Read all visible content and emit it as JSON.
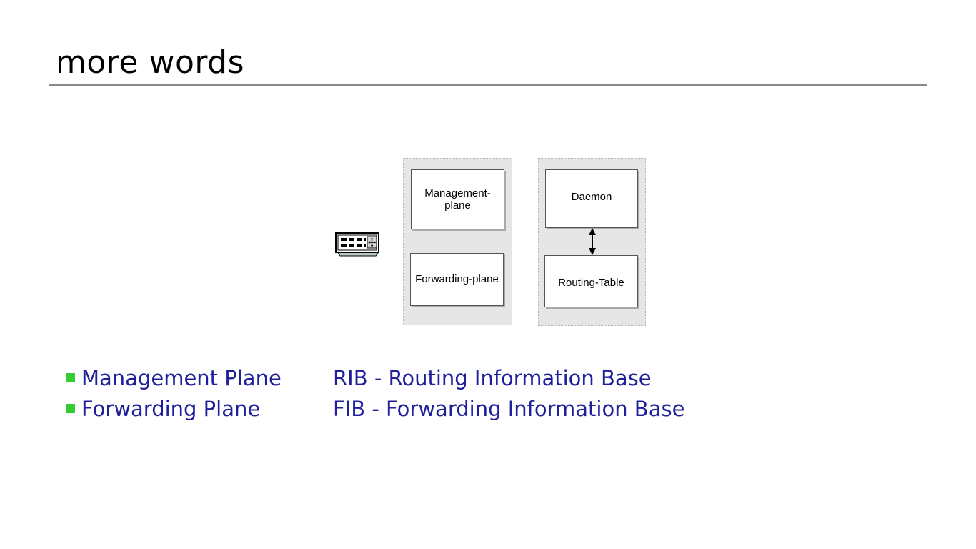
{
  "slide": {
    "title": "more words"
  },
  "diagram": {
    "device_icon": "network-switch-icon",
    "panels": [
      {
        "id": "planes",
        "boxes": [
          {
            "label": "Management-plane"
          },
          {
            "label": "Forwarding-plane"
          }
        ]
      },
      {
        "id": "control",
        "boxes": [
          {
            "label": "Daemon"
          },
          {
            "label": "Routing-Table"
          }
        ],
        "connector": "double-headed-arrow"
      }
    ]
  },
  "content": {
    "rows": [
      {
        "bullet": "green-square-bullet",
        "term": "Management Plane",
        "expansion": "RIB - Routing Information Base"
      },
      {
        "bullet": "green-square-bullet",
        "term": "Forwarding Plane",
        "expansion": "FIB - Forwarding Information Base"
      }
    ]
  },
  "colors": {
    "title_text": "#000000",
    "rule": "#8a8a8a",
    "bullet_green": "#33cc33",
    "body_text_navy": "#1f1f9c",
    "panel_fill": "#e6e6e6",
    "panel_border": "#b5b5b5",
    "box_border": "#555555",
    "box_fill": "#ffffff"
  }
}
